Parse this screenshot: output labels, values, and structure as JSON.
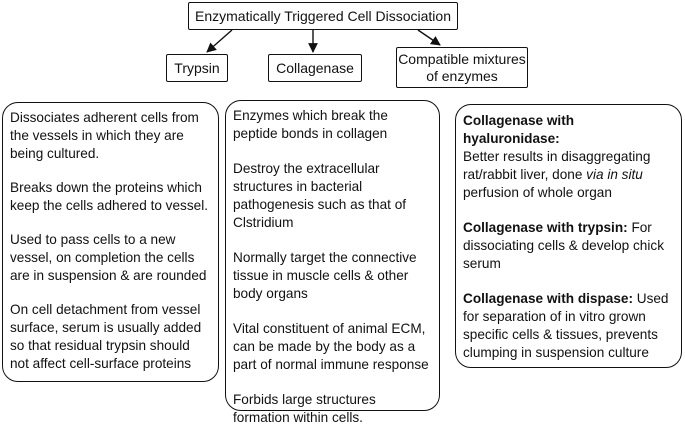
{
  "title": "Enzymatically Triggered Cell Dissociation",
  "categories": {
    "trypsin": "Trypsin",
    "collagenase": "Collagenase",
    "mixtures_line1": "Compatible mixtures",
    "mixtures_line2": "of enzymes"
  },
  "trypsin_panel": [
    "Dissociates adherent cells from the vessels in which they are being cultured.",
    "Breaks down the proteins which keep the cells adhered to vessel.",
    "Used to pass cells to a new vessel, on completion the cells are in suspension & are rounded",
    "On cell detachment from vessel surface, serum is usually added so that residual trypsin should not affect cell-surface proteins"
  ],
  "collagenase_panel": [
    "Enzymes which break the peptide bonds in collagen",
    "Destroy the extracellular structures in bacterial pathogenesis such as that of Clstridium",
    "Normally target the connective tissue in muscle cells & other body organs",
    "Vital constituent of animal ECM, can be made by the body as a part of normal immune response",
    "Forbids large structures formation within cells."
  ],
  "mixtures_panel": {
    "hyaluronidase": {
      "heading": "Collagenase with hyaluronidase:",
      "text_before": "Better results in disaggregating rat/rabbit liver, done ",
      "text_italic": "via in situ",
      "text_after": " perfusion of whole organ"
    },
    "trypsin": {
      "heading": "Collagenase with trypsin:",
      "text": " For dissociating cells & develop chick serum"
    },
    "dispase": {
      "heading": "Collagenase with dispase:",
      "text": " Used for separation of in vitro grown specific cells & tissues, prevents clumping in suspension culture"
    }
  }
}
